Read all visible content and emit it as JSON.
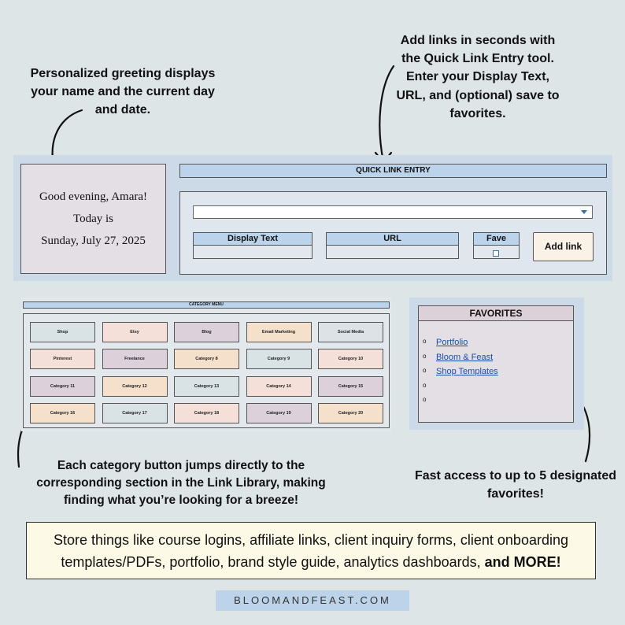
{
  "callouts": {
    "greeting": "Personalized greeting displays your name and the current day and date.",
    "quick_link": "Add links in seconds with the Quick Link Entry tool. Enter your Display Text, URL, and (optional) save to favorites.",
    "category": "Each category button jumps directly to the corresponding section in the Link Library, making finding what you’re looking for a breeze!",
    "favorites": "Fast access to up to 5 designated favorites!"
  },
  "greeting": {
    "line1": "Good evening, Amara!",
    "line2": "Today is",
    "line3": "Sunday, July 27, 2025"
  },
  "quick_link": {
    "header": "QUICK LINK ENTRY",
    "dropdown_value": "",
    "display_text_label": "Display Text",
    "display_text_value": "",
    "url_label": "URL",
    "url_value": "",
    "fave_label": "Fave",
    "fave_checked": false,
    "add_button_label": "Add link"
  },
  "category_menu": {
    "title": "CATEGORY MENU",
    "buttons": [
      {
        "label": "Shop",
        "color": "#d9e2e4"
      },
      {
        "label": "Etsy",
        "color": "#f4dfd9"
      },
      {
        "label": "Blog",
        "color": "#dcd1da"
      },
      {
        "label": "Email Marketing",
        "color": "#f5e0cc"
      },
      {
        "label": "Social Media",
        "color": "#dde2e6"
      },
      {
        "label": "Pinterest",
        "color": "#f4dfd9"
      },
      {
        "label": "Freelance",
        "color": "#dcd1da"
      },
      {
        "label": "Category 8",
        "color": "#f5e0cc"
      },
      {
        "label": "Category 9",
        "color": "#d9e2e4"
      },
      {
        "label": "Category 10",
        "color": "#f4dfd9"
      },
      {
        "label": "Category 11",
        "color": "#dcd1da"
      },
      {
        "label": "Category 12",
        "color": "#f5e0cc"
      },
      {
        "label": "Category 13",
        "color": "#d9e2e4"
      },
      {
        "label": "Category 14",
        "color": "#f4dfd9"
      },
      {
        "label": "Category 15",
        "color": "#dcd1da"
      },
      {
        "label": "Category 16",
        "color": "#f5e0cc"
      },
      {
        "label": "Category 17",
        "color": "#d9e2e4"
      },
      {
        "label": "Category 18",
        "color": "#f4dfd9"
      },
      {
        "label": "Category 19",
        "color": "#dcd1da"
      },
      {
        "label": "Category 20",
        "color": "#f5e0cc"
      }
    ]
  },
  "favorites": {
    "header": "FAVORITES",
    "items": [
      "Portfolio",
      "Bloom & Feast",
      "Shop Templates",
      "",
      ""
    ],
    "bullet": "o"
  },
  "info": {
    "text": "Store things like course logins, affiliate links, client inquiry forms, client onboarding templates/PDFs, portfolio, brand style guide, analytics dashboards,",
    "emphasis": "and MORE!"
  },
  "footer": {
    "site": "BLOOMANDFEAST.COM"
  }
}
